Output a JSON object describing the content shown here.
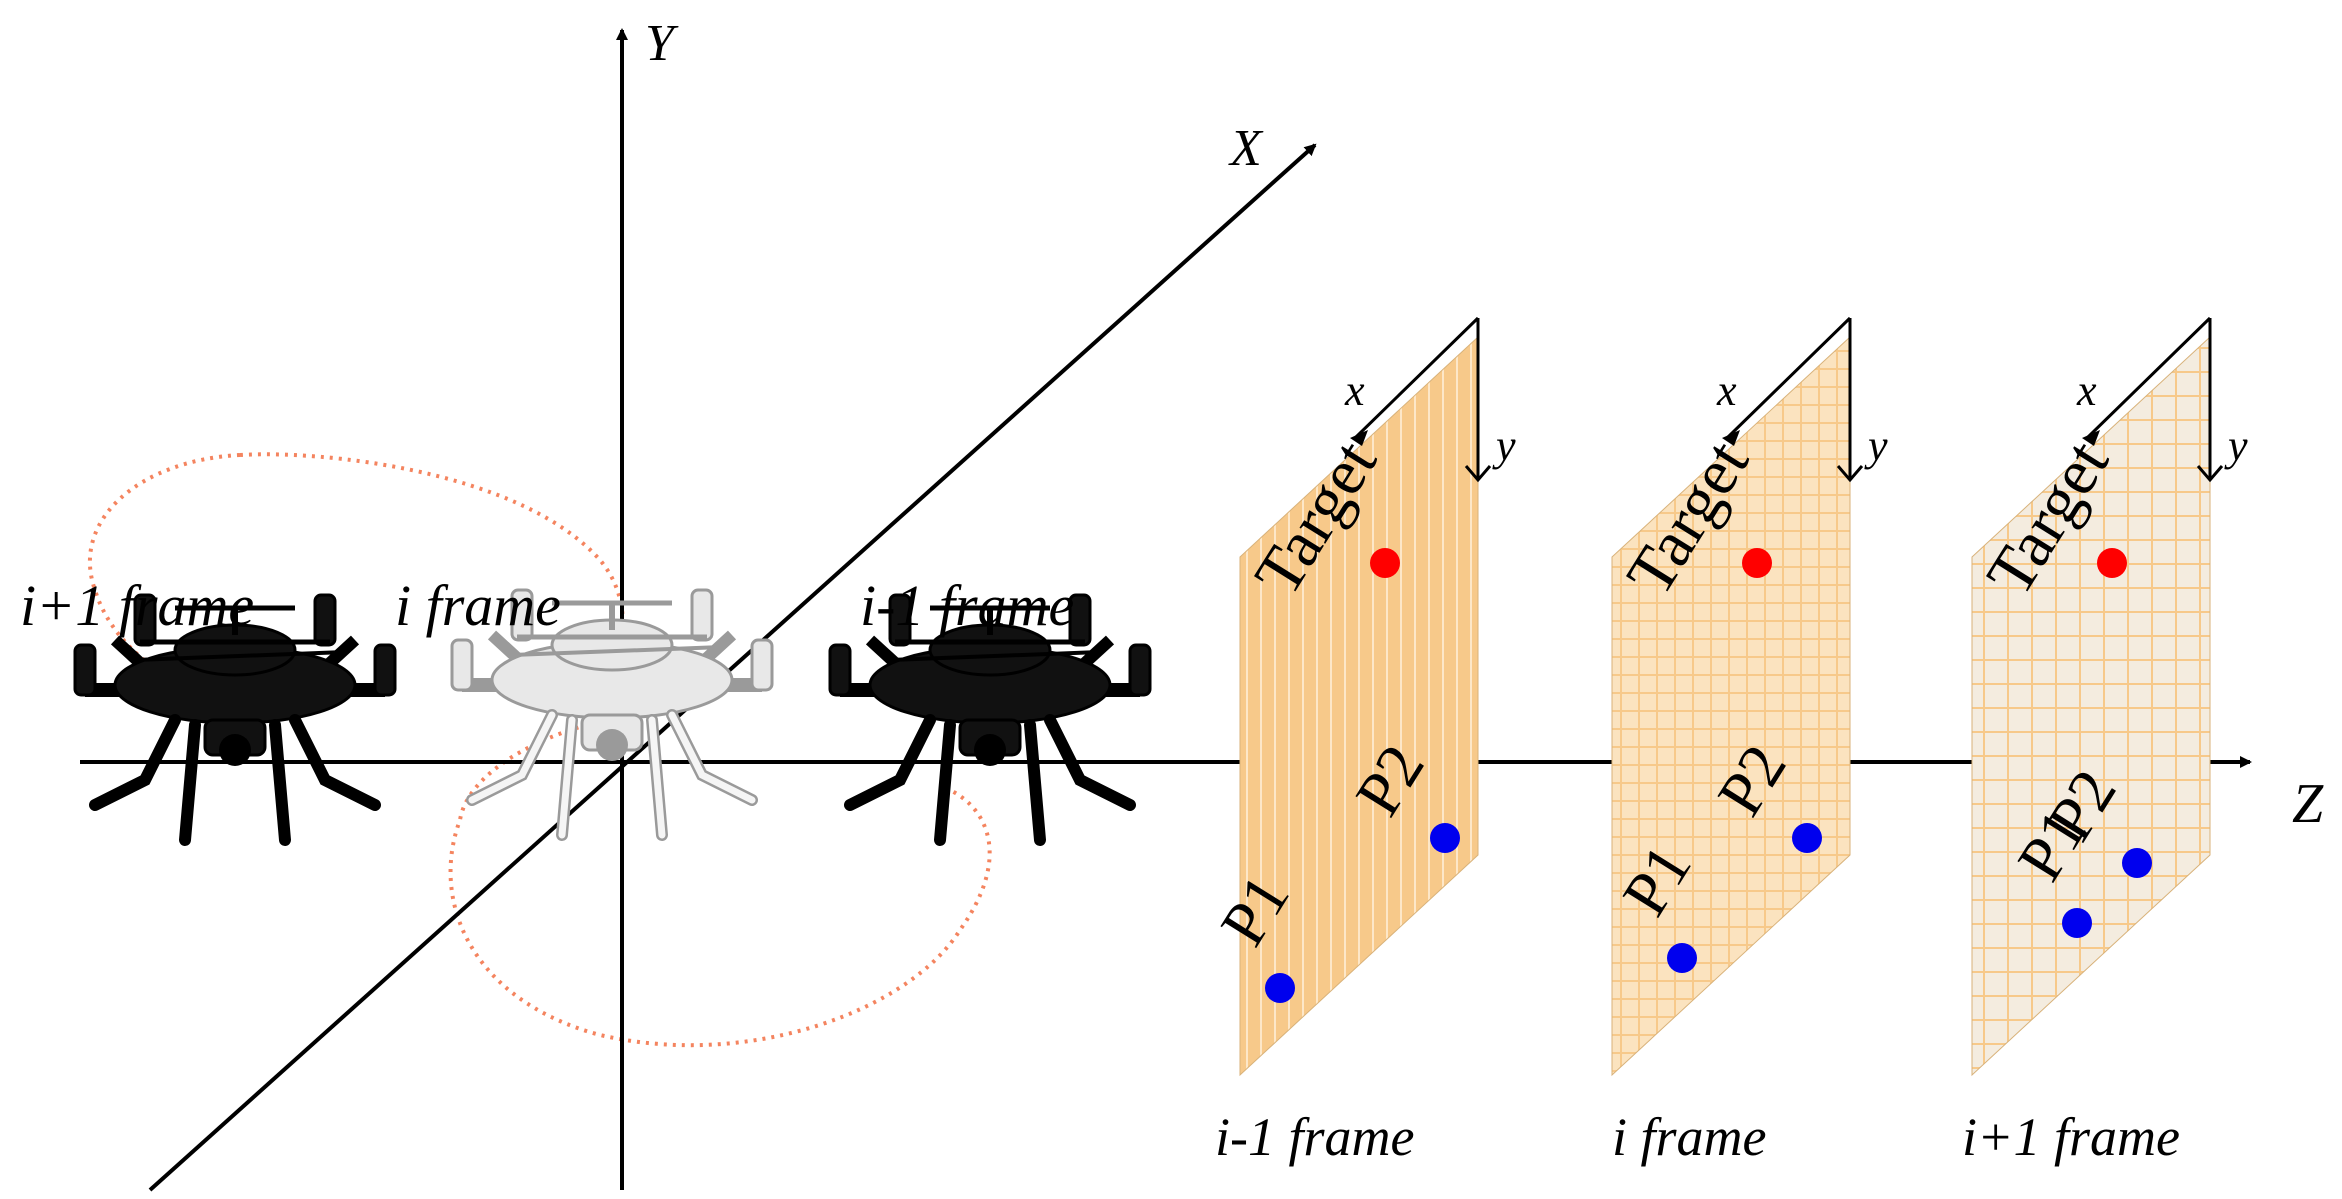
{
  "axes": {
    "x_label": "X",
    "y_label": "Y",
    "z_label": "Z"
  },
  "drones": [
    {
      "label": "i+1 frame",
      "color": "#111111"
    },
    {
      "label": "i frame",
      "color": "#e8e8e8"
    },
    {
      "label": "i-1 frame",
      "color": "#111111"
    }
  ],
  "trajectory_color": "#f4845f",
  "planes": [
    {
      "caption": "i-1 frame",
      "fill": "#f7c98a",
      "grid": "#fde7c8",
      "target_label": "Target",
      "p1_label": "P1",
      "p2_label": "P2",
      "x_label": "x",
      "y_label": "y"
    },
    {
      "caption": "i frame",
      "fill": "#fbe3bf",
      "grid": "#f7c98a",
      "target_label": "Target",
      "p1_label": "P1",
      "p2_label": "P2",
      "x_label": "x",
      "y_label": "y"
    },
    {
      "caption": "i+1 frame",
      "fill": "#f4ecdf",
      "grid": "#f7c98a",
      "target_label": "Target",
      "p1_label": "P1",
      "p2_label": "P2",
      "x_label": "x",
      "y_label": "y"
    }
  ],
  "colors": {
    "target_point": "#ff0000",
    "feature_point": "#0000ee",
    "axis": "#000000"
  }
}
